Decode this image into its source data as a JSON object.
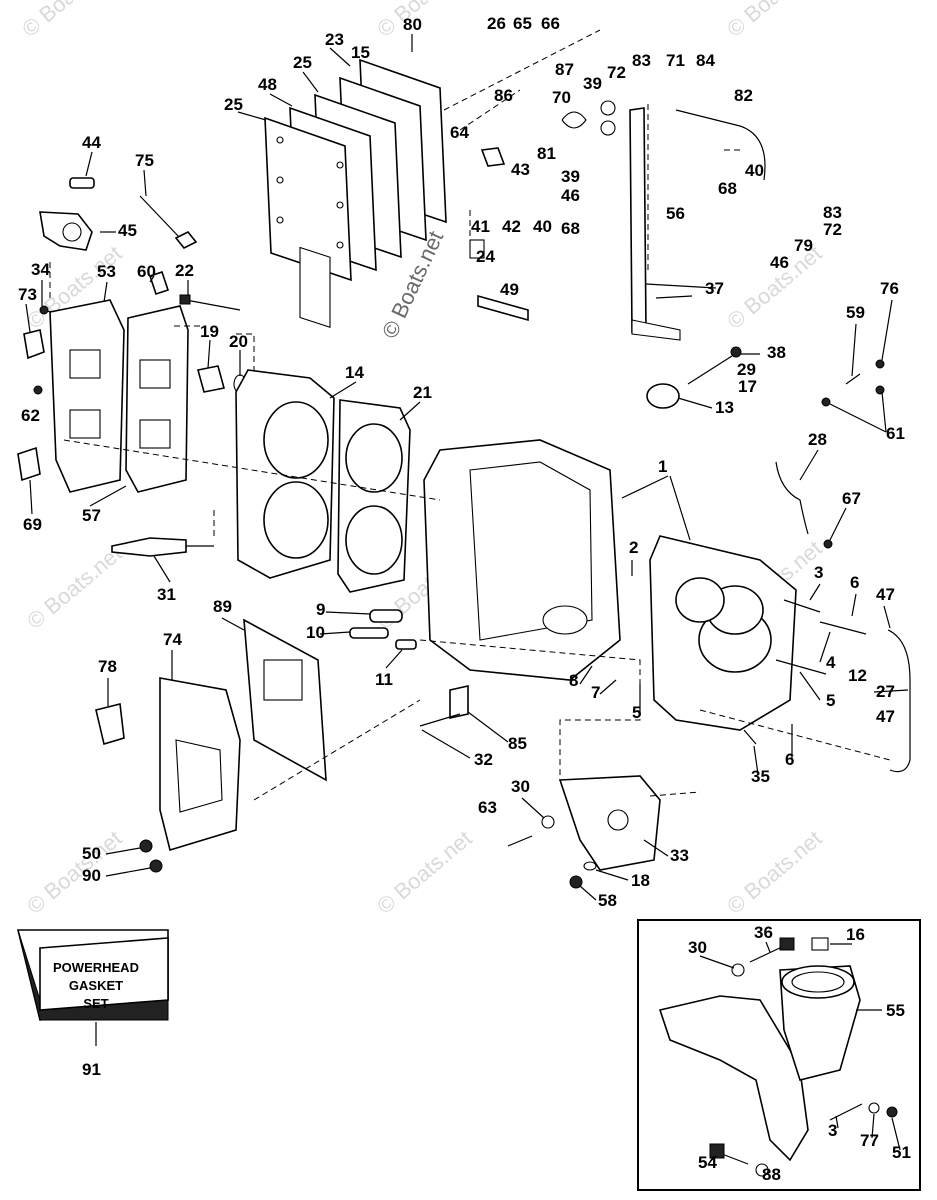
{
  "watermark": {
    "text": "© Boats.net"
  },
  "kit_box": {
    "line1": "POWERHEAD",
    "line2": "GASKET",
    "line3": "SET"
  },
  "callouts": [
    {
      "id": "c80",
      "text": "80"
    },
    {
      "id": "c26",
      "text": "26"
    },
    {
      "id": "c65",
      "text": "65"
    },
    {
      "id": "c66",
      "text": "66"
    },
    {
      "id": "c23",
      "text": "23"
    },
    {
      "id": "c15",
      "text": "15"
    },
    {
      "id": "c25a",
      "text": "25"
    },
    {
      "id": "c48",
      "text": "48"
    },
    {
      "id": "c25b",
      "text": "25"
    },
    {
      "id": "c87",
      "text": "87"
    },
    {
      "id": "c83a",
      "text": "83"
    },
    {
      "id": "c71",
      "text": "71"
    },
    {
      "id": "c84",
      "text": "84"
    },
    {
      "id": "c72a",
      "text": "72"
    },
    {
      "id": "c39a",
      "text": "39"
    },
    {
      "id": "c82",
      "text": "82"
    },
    {
      "id": "c70",
      "text": "70"
    },
    {
      "id": "c86",
      "text": "86"
    },
    {
      "id": "c81",
      "text": "81"
    },
    {
      "id": "c64",
      "text": "64"
    },
    {
      "id": "c43",
      "text": "43"
    },
    {
      "id": "c40a",
      "text": "40"
    },
    {
      "id": "c39b",
      "text": "39"
    },
    {
      "id": "c46a",
      "text": "46"
    },
    {
      "id": "c68a",
      "text": "68"
    },
    {
      "id": "c56",
      "text": "56"
    },
    {
      "id": "c68b",
      "text": "68"
    },
    {
      "id": "c41",
      "text": "41"
    },
    {
      "id": "c42",
      "text": "42"
    },
    {
      "id": "c40b",
      "text": "40"
    },
    {
      "id": "c83b",
      "text": "83"
    },
    {
      "id": "c72b",
      "text": "72"
    },
    {
      "id": "c79",
      "text": "79"
    },
    {
      "id": "c46b",
      "text": "46"
    },
    {
      "id": "c44",
      "text": "44"
    },
    {
      "id": "c75",
      "text": "75"
    },
    {
      "id": "c45",
      "text": "45"
    },
    {
      "id": "c24",
      "text": "24"
    },
    {
      "id": "c49",
      "text": "49"
    },
    {
      "id": "c37",
      "text": "37"
    },
    {
      "id": "c34",
      "text": "34"
    },
    {
      "id": "c53",
      "text": "53"
    },
    {
      "id": "c60",
      "text": "60"
    },
    {
      "id": "c22",
      "text": "22"
    },
    {
      "id": "c76",
      "text": "76"
    },
    {
      "id": "c73",
      "text": "73"
    },
    {
      "id": "c59",
      "text": "59"
    },
    {
      "id": "c19",
      "text": "19"
    },
    {
      "id": "c20",
      "text": "20"
    },
    {
      "id": "c14",
      "text": "14"
    },
    {
      "id": "c38",
      "text": "38"
    },
    {
      "id": "c29",
      "text": "29"
    },
    {
      "id": "c17",
      "text": "17"
    },
    {
      "id": "c62",
      "text": "62"
    },
    {
      "id": "c21",
      "text": "21"
    },
    {
      "id": "c13",
      "text": "13"
    },
    {
      "id": "c61",
      "text": "61"
    },
    {
      "id": "c1",
      "text": "1"
    },
    {
      "id": "c28",
      "text": "28"
    },
    {
      "id": "c57",
      "text": "57"
    },
    {
      "id": "c69",
      "text": "69"
    },
    {
      "id": "c67",
      "text": "67"
    },
    {
      "id": "c2",
      "text": "2"
    },
    {
      "id": "c31",
      "text": "31"
    },
    {
      "id": "c3a",
      "text": "3"
    },
    {
      "id": "c6a",
      "text": "6"
    },
    {
      "id": "c47a",
      "text": "47"
    },
    {
      "id": "c89",
      "text": "89"
    },
    {
      "id": "c9",
      "text": "9"
    },
    {
      "id": "c10",
      "text": "10"
    },
    {
      "id": "c4",
      "text": "4"
    },
    {
      "id": "c12",
      "text": "12"
    },
    {
      "id": "c74",
      "text": "74"
    },
    {
      "id": "c11",
      "text": "11"
    },
    {
      "id": "c27",
      "text": "27"
    },
    {
      "id": "c78",
      "text": "78"
    },
    {
      "id": "c8",
      "text": "8"
    },
    {
      "id": "c7",
      "text": "7"
    },
    {
      "id": "c5a",
      "text": "5"
    },
    {
      "id": "c5b",
      "text": "5"
    },
    {
      "id": "c47b",
      "text": "47"
    },
    {
      "id": "c85",
      "text": "85"
    },
    {
      "id": "c32",
      "text": "32"
    },
    {
      "id": "c6b",
      "text": "6"
    },
    {
      "id": "c35",
      "text": "35"
    },
    {
      "id": "c30a",
      "text": "30"
    },
    {
      "id": "c63",
      "text": "63"
    },
    {
      "id": "c33",
      "text": "33"
    },
    {
      "id": "c50",
      "text": "50"
    },
    {
      "id": "c90",
      "text": "90"
    },
    {
      "id": "c18",
      "text": "18"
    },
    {
      "id": "c58",
      "text": "58"
    },
    {
      "id": "c36",
      "text": "36"
    },
    {
      "id": "c16",
      "text": "16"
    },
    {
      "id": "c30b",
      "text": "30"
    },
    {
      "id": "c55",
      "text": "55"
    },
    {
      "id": "c91",
      "text": "91"
    },
    {
      "id": "c3b",
      "text": "3"
    },
    {
      "id": "c77",
      "text": "77"
    },
    {
      "id": "c54",
      "text": "54"
    },
    {
      "id": "c88",
      "text": "88"
    },
    {
      "id": "c51",
      "text": "51"
    }
  ]
}
